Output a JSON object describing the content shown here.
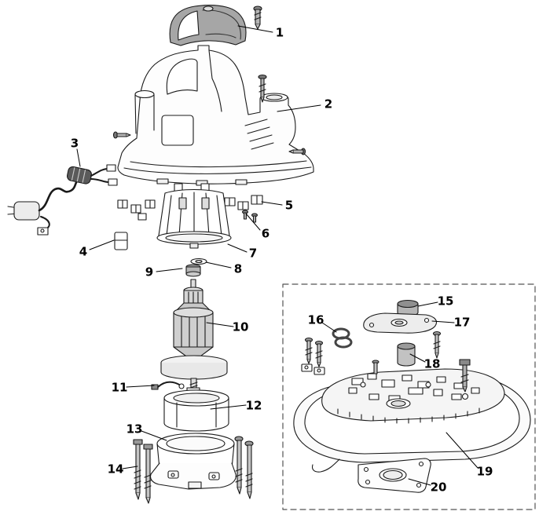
{
  "figure": {
    "kind": "exploded-parts-diagram",
    "background_color": "#ffffff",
    "line_color": "#1a1a1a",
    "part_shade_color": "#a6a6a6",
    "dashed_group_box": true
  },
  "diagram": {
    "callouts": [
      {
        "label": "1"
      },
      {
        "label": "2"
      },
      {
        "label": "3"
      },
      {
        "label": "4"
      },
      {
        "label": "5"
      },
      {
        "label": "6"
      },
      {
        "label": "7"
      },
      {
        "label": "8"
      },
      {
        "label": "9"
      },
      {
        "label": "10"
      },
      {
        "label": "11"
      },
      {
        "label": "12"
      },
      {
        "label": "13"
      },
      {
        "label": "14"
      },
      {
        "label": "15"
      },
      {
        "label": "16"
      },
      {
        "label": "17"
      },
      {
        "label": "18"
      },
      {
        "label": "19"
      },
      {
        "label": "20"
      }
    ]
  }
}
